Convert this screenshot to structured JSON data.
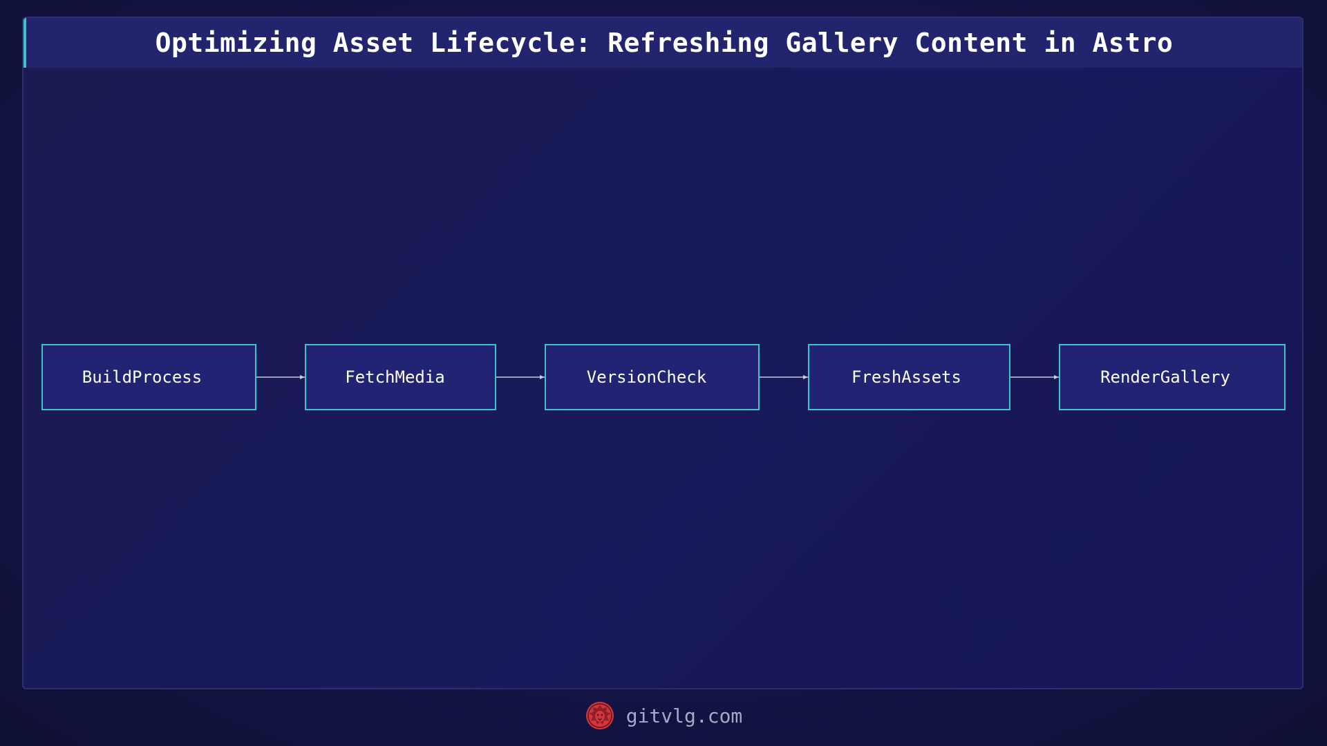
{
  "header": {
    "title": "Optimizing Asset Lifecycle: Refreshing Gallery Content in Astro"
  },
  "diagram": {
    "type": "flowchart",
    "direction": "left-to-right",
    "nodes": [
      {
        "id": "build",
        "label": "BuildProcess"
      },
      {
        "id": "fetch",
        "label": "FetchMedia"
      },
      {
        "id": "version",
        "label": "VersionCheck"
      },
      {
        "id": "fresh",
        "label": "FreshAssets"
      },
      {
        "id": "render",
        "label": "RenderGallery"
      }
    ],
    "edges": [
      {
        "from": "build",
        "to": "fetch"
      },
      {
        "from": "fetch",
        "to": "version"
      },
      {
        "from": "version",
        "to": "fresh"
      },
      {
        "from": "fresh",
        "to": "render"
      }
    ]
  },
  "footer": {
    "site": "gitvlg.com",
    "logo_icon": "lion-head-icon"
  },
  "colors": {
    "background": "#141447",
    "panel": "#1a1a56",
    "title_bar": "#22246e",
    "accent": "#3cc6cc",
    "node_fill": "#232373",
    "edge": "#c9cbe0",
    "logo": "#d2363c",
    "footer_text": "#a7a9c6"
  }
}
